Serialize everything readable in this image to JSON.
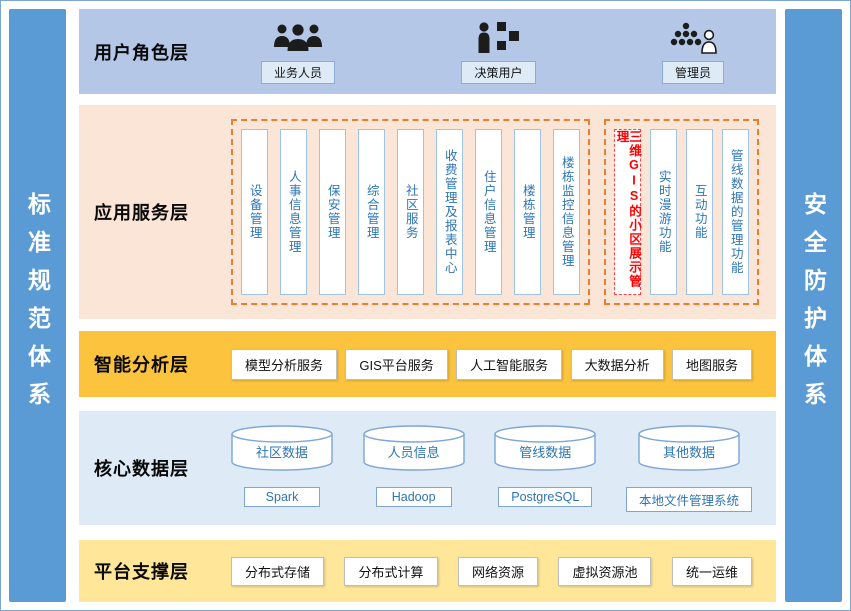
{
  "pillars": {
    "left": "标准规范体系",
    "right": "安全防护体系"
  },
  "layers": {
    "user_role": {
      "label": "用户角色层",
      "roles": [
        {
          "name": "业务人员",
          "icon": "business-users-icon"
        },
        {
          "name": "决策用户",
          "icon": "decision-user-icon"
        },
        {
          "name": "管理员",
          "icon": "admin-icon"
        }
      ]
    },
    "app_service": {
      "label": "应用服务层",
      "property_group": [
        "设备管理",
        "人事信息管理",
        "保安管理",
        "综合管理",
        "社区服务",
        "收费管理及报表中心",
        "住户信息管理",
        "楼栋管理",
        "楼栋监控信息管理"
      ],
      "gis_group": [
        "三维GIS的小区展示管理",
        "实时漫游功能",
        "互动功能",
        "管线数据的管理功能"
      ]
    },
    "analysis": {
      "label": "智能分析层",
      "services": [
        "模型分析服务",
        "GIS平台服务",
        "人工智能服务",
        "大数据分析",
        "地图服务"
      ]
    },
    "core_data": {
      "label": "核心数据层",
      "databases": [
        "社区数据",
        "人员信息",
        "管线数据",
        "其他数据"
      ],
      "storage": [
        "Spark",
        "Hadoop",
        "PostgreSQL",
        "本地文件管理系统"
      ]
    },
    "platform": {
      "label": "平台支撑层",
      "services": [
        "分布式存储",
        "分布式计算",
        "网络资源",
        "虚拟资源池",
        "统一运维"
      ]
    }
  },
  "colors": {
    "pillar_blue": "#5B9BD5",
    "user_layer_bg": "#B4C7E7",
    "app_layer_bg": "#FBE5D6",
    "analysis_layer_bg": "#FCC43E",
    "data_layer_bg": "#DEEBF7",
    "platform_layer_bg": "#FFE699",
    "app_text_blue": "#2E75B6",
    "highlight_red": "#FF0000",
    "dashed_group_orange": "#ED7D31"
  }
}
